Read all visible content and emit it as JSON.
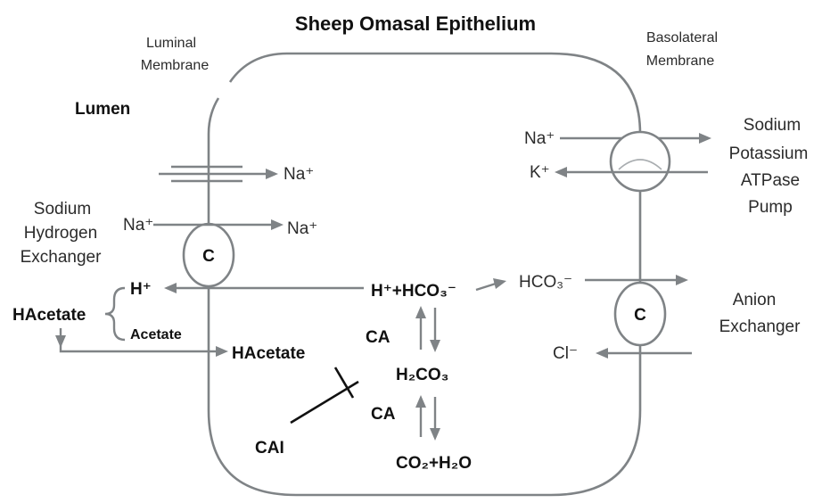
{
  "title": "Sheep Omasal Epithelium",
  "luminal_membrane": [
    "Luminal",
    "Membrane"
  ],
  "basolateral_membrane": [
    "Basolateral",
    "Membrane"
  ],
  "lumen": "Lumen",
  "na_channel": "Na⁺",
  "nhe_na_in": "Na⁺",
  "nhe_na_out": "Na⁺",
  "nhe_label": [
    "Sodium",
    "Hydrogen",
    "Exchanger"
  ],
  "c_label": "C",
  "h_out": "H⁺",
  "hacetate_lumen": "HAcetate",
  "acetate": "Acetate",
  "hacetate_cell": "HAcetate",
  "h_hco3": "H⁺+HCO₃⁻",
  "ca": "CA",
  "h2co3": "H₂CO₃",
  "co2_h2o": "CO₂+H₂O",
  "cai": "CAI",
  "pump_na": "Na⁺",
  "pump_k": "K⁺",
  "pump_label": [
    "Sodium",
    "Potassium",
    "ATPase",
    "Pump"
  ],
  "hco3_baso": "HCO₃⁻",
  "cl": "Cl⁻",
  "anion_label": [
    "Anion",
    "Exchanger"
  ]
}
